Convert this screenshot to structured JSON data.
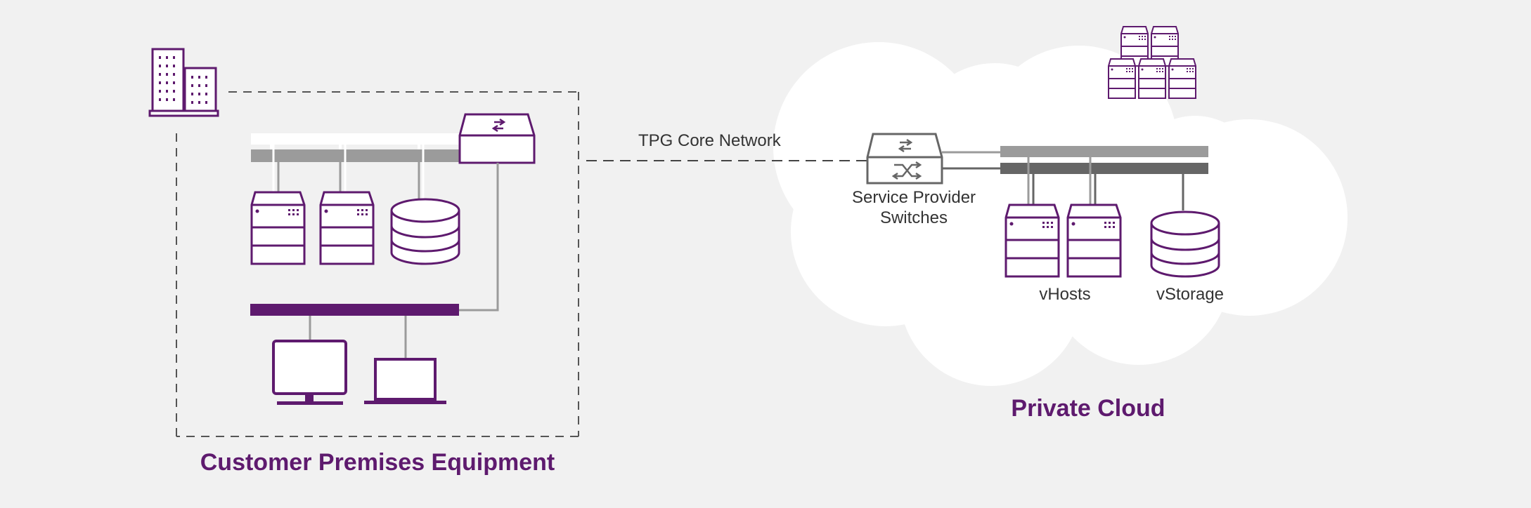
{
  "labels": {
    "core_network": "TPG Core Network",
    "sp_switches_line1": "Service Provider",
    "sp_switches_line2": "Switches",
    "vhosts": "vHosts",
    "vstorage": "vStorage",
    "private_cloud": "Private Cloud",
    "customer_premises": "Customer Premises Equipment"
  },
  "icons": {
    "building": "building-icon",
    "server": "server-icon",
    "database": "database-icon",
    "switch": "network-switch-icon",
    "monitor": "desktop-monitor-icon",
    "laptop": "laptop-icon"
  },
  "colors": {
    "brand_purple": "#5e1a6e",
    "gray_line": "#999999",
    "dark_gray": "#666666",
    "light_gray_bar": "#9b9b9b",
    "cloud": "#ffffff",
    "background": "#f1f1f1"
  }
}
